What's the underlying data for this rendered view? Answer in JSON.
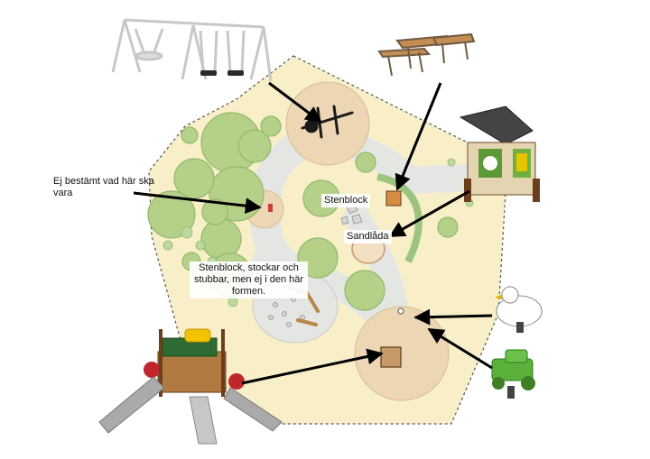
{
  "labels": {
    "undecided": "Ej bestämt vad här ska vara",
    "stone_blocks": "Stenblock",
    "sandbox": "Sandlåda",
    "stones_logs": "Stenblock, stockar och stubbar, men ej i den här formen."
  },
  "colors": {
    "park_area": "#f8efc9",
    "path": "#e4e6e4",
    "sand_area": "#ecd6b4",
    "tree_canopy": "#b5d189",
    "tree_edge": "#93b86a",
    "shrub": "#a6c97f",
    "arrow": "#000000"
  },
  "icons": {
    "swing": "swing-set-icon",
    "picnic": "picnic-table-icon",
    "playhouse": "playhouse-icon",
    "bird": "bird-spring-rider-icon",
    "tractor": "tractor-spring-rider-icon",
    "play_tower": "play-tower-slides-icon"
  }
}
